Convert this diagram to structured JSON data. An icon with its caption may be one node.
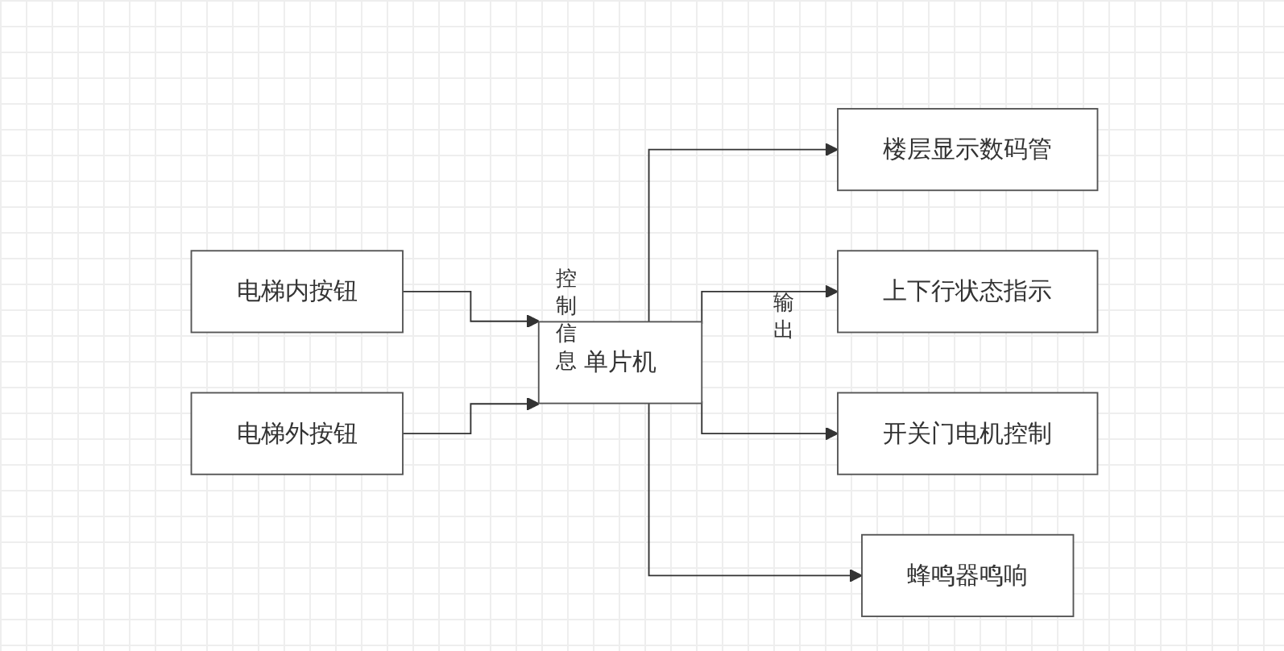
{
  "diagram": {
    "nodes": [
      {
        "text": [
          "电梯内按钮"
        ]
      },
      {
        "text": [
          "电梯外按钮"
        ]
      },
      {
        "text": [
          "单片机"
        ]
      },
      {
        "text": [
          "楼层显示数码管"
        ]
      },
      {
        "text": [
          "上下行状态指示"
        ]
      },
      {
        "text": [
          "开关门电机控制"
        ]
      },
      {
        "text": [
          "蜂鸣器鸣响"
        ]
      }
    ],
    "edges": [
      {
        "from": 0,
        "to": 2,
        "arrow": "to"
      },
      {
        "from": 1,
        "to": 2,
        "arrow": "to"
      },
      {
        "from": 2,
        "to": 3,
        "arrow": "to"
      },
      {
        "from": 2,
        "to": 4,
        "arrow": "to"
      },
      {
        "from": 2,
        "to": 5,
        "arrow": "to"
      },
      {
        "from": 2,
        "to": 6,
        "arrow": "to"
      }
    ],
    "labels": [
      "控制信息",
      "输出"
    ]
  }
}
